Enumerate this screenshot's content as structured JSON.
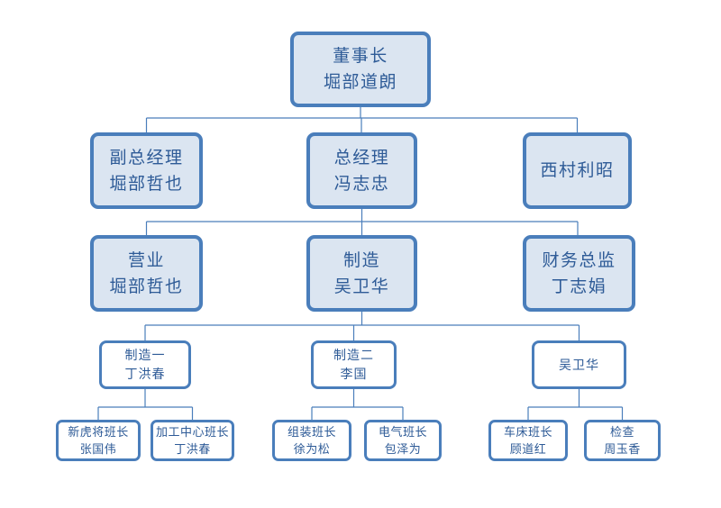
{
  "colors": {
    "box_border": "#4a7ebb",
    "box_fill_tint": "#dbe5f1",
    "box_fill_white": "#ffffff",
    "text": "#2e5b97",
    "connector": "#4a7ebb"
  },
  "org": {
    "nodes": {
      "chairman": {
        "role": "董事长",
        "name": "堀部道朗"
      },
      "vice_gm": {
        "role": "副总经理",
        "name": "堀部哲也"
      },
      "gm": {
        "role": "总经理",
        "name": "冯志忠"
      },
      "nishimura": {
        "name": "西村利昭"
      },
      "sales": {
        "role": "营业",
        "name": "堀部哲也"
      },
      "mfg": {
        "role": "制造",
        "name": "吴卫华"
      },
      "finance": {
        "role": "财务总监",
        "name": "丁志娟"
      },
      "mfg1": {
        "role": "制造一",
        "name": "丁洪春"
      },
      "mfg2": {
        "role": "制造二",
        "name": "李国"
      },
      "wuweihua": {
        "name": "吴卫华"
      },
      "xinhujiang": {
        "role": "新虎将班长",
        "name": "张国伟"
      },
      "machining": {
        "role": "加工中心班长",
        "name": "丁洪春"
      },
      "assembly": {
        "role": "组装班长",
        "name": "徐为松"
      },
      "electric": {
        "role": "电气班长",
        "name": "包泽为"
      },
      "lathe": {
        "role": "车床班长",
        "name": "顾道红"
      },
      "inspect": {
        "role": "检查",
        "name": "周玉香"
      }
    },
    "edges": [
      {
        "from": "chairman",
        "to": "vice_gm"
      },
      {
        "from": "chairman",
        "to": "gm"
      },
      {
        "from": "chairman",
        "to": "nishimura"
      },
      {
        "from": "gm",
        "to": "sales"
      },
      {
        "from": "gm",
        "to": "mfg"
      },
      {
        "from": "gm",
        "to": "finance"
      },
      {
        "from": "mfg",
        "to": "mfg1"
      },
      {
        "from": "mfg",
        "to": "mfg2"
      },
      {
        "from": "mfg",
        "to": "wuweihua"
      },
      {
        "from": "mfg1",
        "to": "xinhujiang"
      },
      {
        "from": "mfg1",
        "to": "machining"
      },
      {
        "from": "mfg2",
        "to": "assembly"
      },
      {
        "from": "mfg2",
        "to": "electric"
      },
      {
        "from": "wuweihua",
        "to": "lathe"
      },
      {
        "from": "wuweihua",
        "to": "inspect"
      }
    ]
  }
}
